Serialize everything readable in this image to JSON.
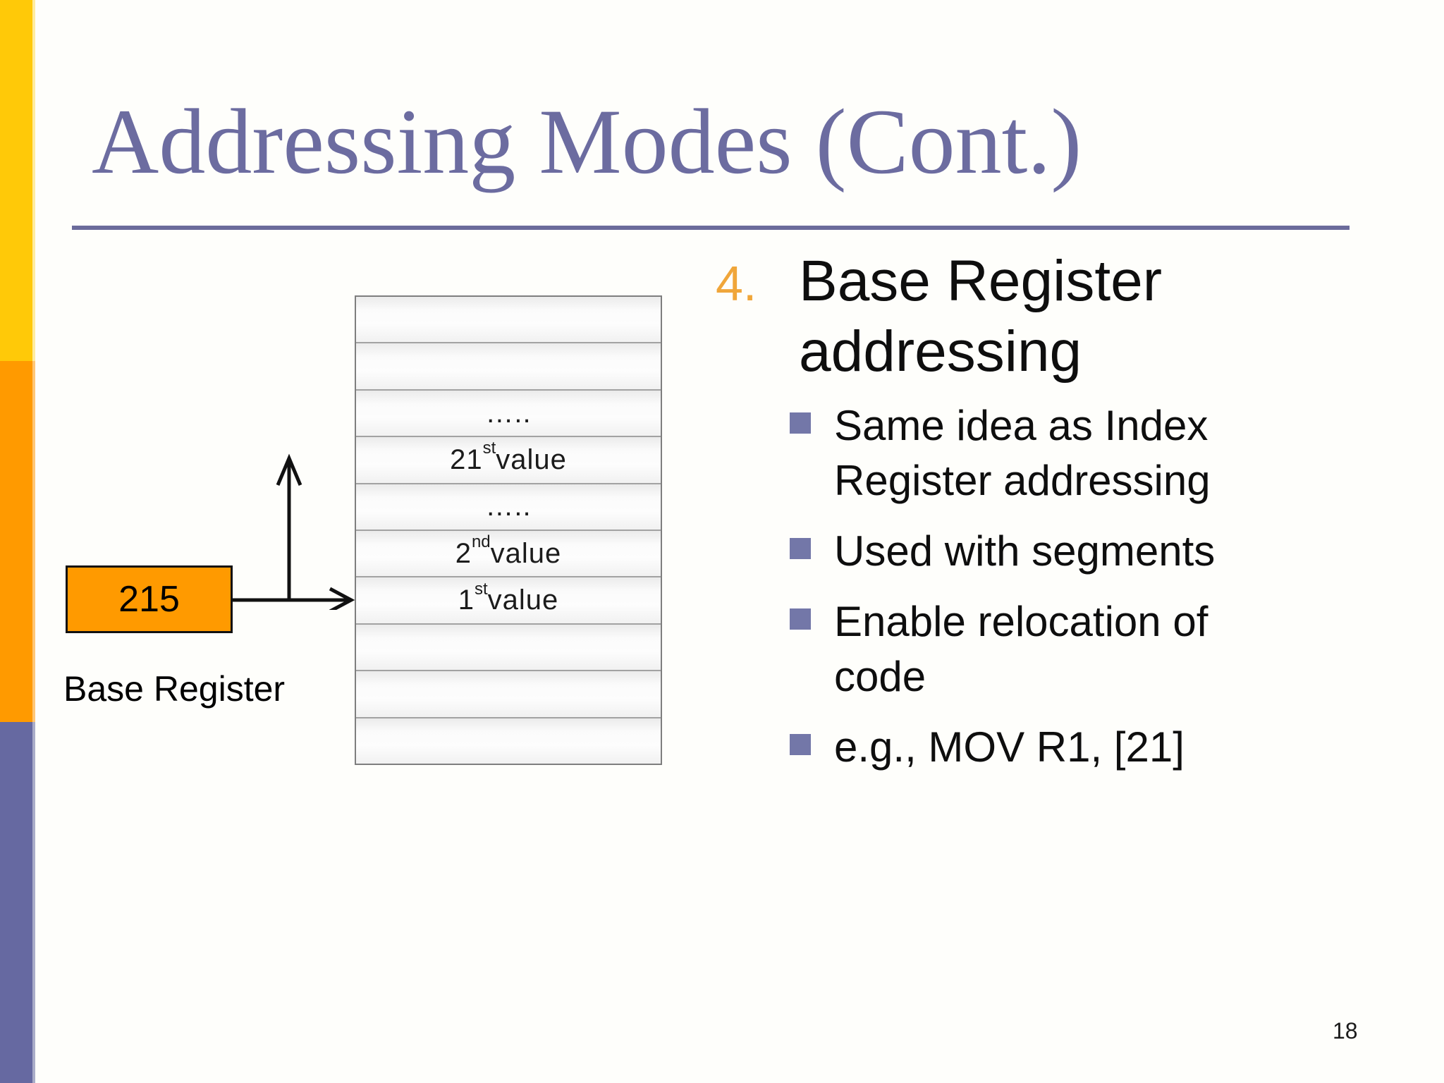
{
  "slide": {
    "title": "Addressing Modes (Cont.)",
    "page_number": "18"
  },
  "colors": {
    "title_text": "#6C6CA0",
    "title_rule": "#6B6B9B",
    "sidebar_yellow": "#FFC908",
    "sidebar_orange": "#FF9A00",
    "sidebar_purple": "#6669A1",
    "register_box_fill": "#FF9A00",
    "item_number_gold": "#F0A63A",
    "bullet_square_purple": "#7377A8"
  },
  "diagram": {
    "register_box": {
      "value": "215",
      "label": "Base Register"
    },
    "memory_table": {
      "rows": [
        {
          "num": "",
          "sup": "",
          "rest": ""
        },
        {
          "num": "",
          "sup": "",
          "rest": ""
        },
        {
          "num": "",
          "sup": "",
          "rest": "….."
        },
        {
          "num": "21",
          "sup": "st",
          "rest": " value"
        },
        {
          "num": "",
          "sup": "",
          "rest": "….."
        },
        {
          "num": "2",
          "sup": "nd",
          "rest": " value"
        },
        {
          "num": "1",
          "sup": "st",
          "rest": " value"
        },
        {
          "num": "",
          "sup": "",
          "rest": ""
        },
        {
          "num": "",
          "sup": "",
          "rest": ""
        },
        {
          "num": "",
          "sup": "",
          "rest": ""
        }
      ]
    }
  },
  "content": {
    "item_number": "4.",
    "item_title": "Base Register\naddressing",
    "bullets": [
      {
        "text": "Same idea as Index\nRegister addressing"
      },
      {
        "text": "Used with segments"
      },
      {
        "text": "Enable relocation of\ncode"
      },
      {
        "text": "e.g., MOV R1, [21]"
      }
    ]
  }
}
